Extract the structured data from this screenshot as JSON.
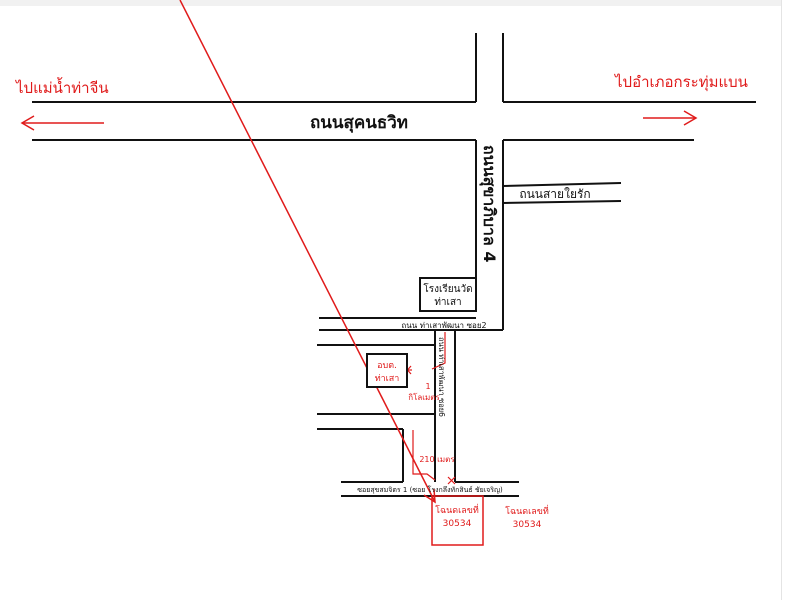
{
  "map": {
    "roads": {
      "sukhumvit": "ถนนสุคนธวิท",
      "sukhaphiban4": "ถนนสุขาภิบาล 4",
      "saiyairak": "ถนนสายใยรัก",
      "thasapattana": "ถนน ท่าเสาพัฒนา ซอย2",
      "soi_side": "ถนน ท่าเสาพัฒนา ซอย6",
      "soi_bottom": "ซอยสุขสมจิตร 1 (ซอย โรงกลึงทักสินธ์ ชัยเจริญ)"
    },
    "directions": {
      "left": "ไปแม่น้ำท่าจีน",
      "right": "ไปอำเภอกระทุ่มแบน"
    },
    "places": {
      "school_line1": "โรงเรียนวัด",
      "school_line2": "ท่าเสา",
      "tambon_line1": "อบต.",
      "tambon_line2": "ท่าเสา",
      "plot_line1": "โฉนดเลขที่",
      "plot_line2": "30534",
      "plot_note_line1": "โฉนดเลขที่",
      "plot_note_line2": "30534"
    },
    "distances": {
      "one_km_line1": "1",
      "one_km_line2": "กิโลเมตร",
      "meters_210": "210 เมตร"
    },
    "colors": {
      "road": "#111111",
      "annotation": "#e01b1b"
    }
  }
}
